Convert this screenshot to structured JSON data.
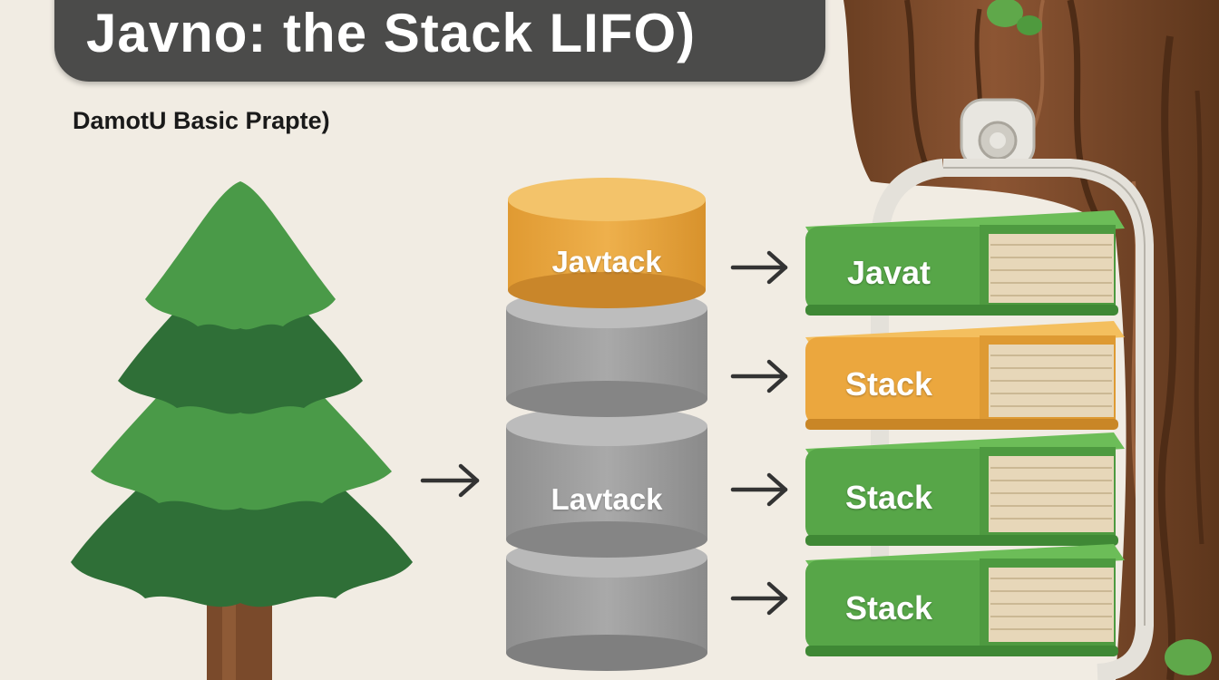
{
  "title": "Javno: the Stack LIFO)",
  "subtitle": "DamotU Basic Prapte)",
  "cylinder_stack": [
    {
      "label": "Javtack",
      "color": "#e6a540"
    },
    {
      "label": "",
      "color": "#9b9b9b"
    },
    {
      "label": "Lavtack",
      "color": "#9b9b9b"
    },
    {
      "label": "",
      "color": "#9b9b9b"
    }
  ],
  "book_stack": [
    {
      "label": "Javat",
      "color": "#57a648"
    },
    {
      "label": "Stack",
      "color": "#eba73e"
    },
    {
      "label": "Stack",
      "color": "#57a648"
    },
    {
      "label": "Stack",
      "color": "#57a648"
    }
  ],
  "colors": {
    "background": "#f1ece3",
    "banner": "#4b4b4a",
    "tree_dark": "#2f6f37",
    "tree_light": "#4a9a48",
    "trunk": "#7a4a2b",
    "arrow": "#333333"
  }
}
